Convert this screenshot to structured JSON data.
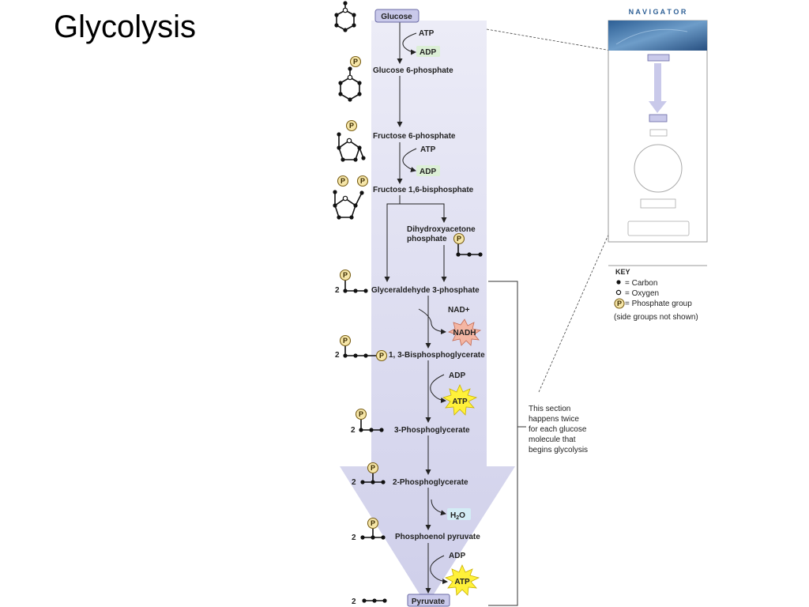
{
  "title": "Glycolysis",
  "steps": {
    "glucose": "Glucose",
    "g6p": "Glucose 6-phosphate",
    "f6p": "Fructose 6-phosphate",
    "f16bp": "Fructose 1,6-bisphosphate",
    "dhap_1": "Dihydroxyacetone",
    "dhap_2": "phosphate",
    "g3p": "Glyceraldehyde 3-phosphate",
    "bpg": "1, 3-Bisphosphoglycerate",
    "pg3": "3-Phosphoglycerate",
    "pg2": "2-Phosphoglycerate",
    "pep": "Phosphoenol pyruvate",
    "pyruvate": "Pyruvate"
  },
  "cofactors": {
    "atp_in_1": "ATP",
    "adp_out_1": "ADP",
    "atp_in_2": "ATP",
    "adp_out_2": "ADP",
    "nad_in": "NAD+",
    "nadh_out": "NADH",
    "adp_in_1": "ADP",
    "atp_out_1": "ATP",
    "h2o_main": "H",
    "h2o_sub": "2",
    "h2o_end": "O",
    "adp_in_2": "ADP",
    "atp_out_2": "ATP"
  },
  "phosphate_symbol": "P",
  "multiplier": "2",
  "note": [
    "This section",
    "happens twice",
    "for each glucose",
    "molecule that",
    "begins glycolysis"
  ],
  "navigator": {
    "title": "N A V I G A T O R"
  },
  "key": {
    "title": "KEY",
    "carbon": "= Carbon",
    "oxygen": "= Oxygen",
    "phosphate": "= Phosphate group",
    "side": "(side groups not shown)"
  },
  "colors": {
    "pathway_fill": "#dcdcf0",
    "label_box": "#c9c9ea",
    "adp_box": "#dcefd6",
    "h2o_box": "#d3ecf5",
    "atp_burst": "#fff13a",
    "nadh_burst": "#f4b6a3",
    "phosphate": "#f6e6a8"
  }
}
